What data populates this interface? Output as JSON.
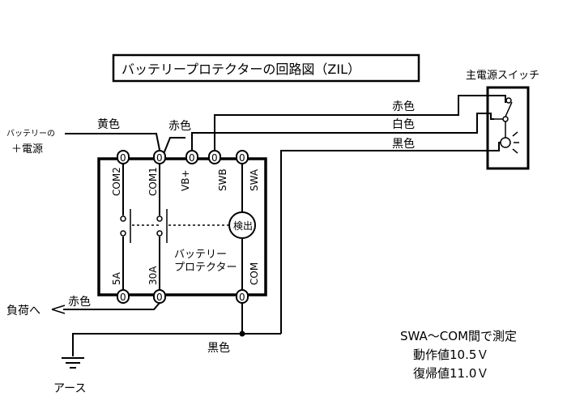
{
  "title": "バッテリープロテクターの回路図（ZIL）",
  "main_switch_label": "主電源スイッチ",
  "wires": {
    "yellow": "黄色",
    "red_top": "赤色",
    "red_right": "赤色",
    "white": "白色",
    "black_right": "黒色",
    "red_load": "赤色",
    "black_bottom": "黒色"
  },
  "battery_plus_line1": "バッテリーの",
  "battery_plus_line2": "＋電源",
  "terminals_top": [
    "COM2",
    "COM1",
    "VB+",
    "SWB",
    "SWA"
  ],
  "terminals_bottom": [
    "5A",
    "30A",
    "COM"
  ],
  "terminal_glyph": "0",
  "detector": "検出",
  "protector_line1": "バッテリー",
  "protector_line2": "プロテクター",
  "load": "負荷へ",
  "ground": "アース",
  "measure": {
    "line1": "SWA～COM間で測定",
    "line2": "動作値10.5Ｖ",
    "line3": "復帰値11.0Ｖ"
  }
}
